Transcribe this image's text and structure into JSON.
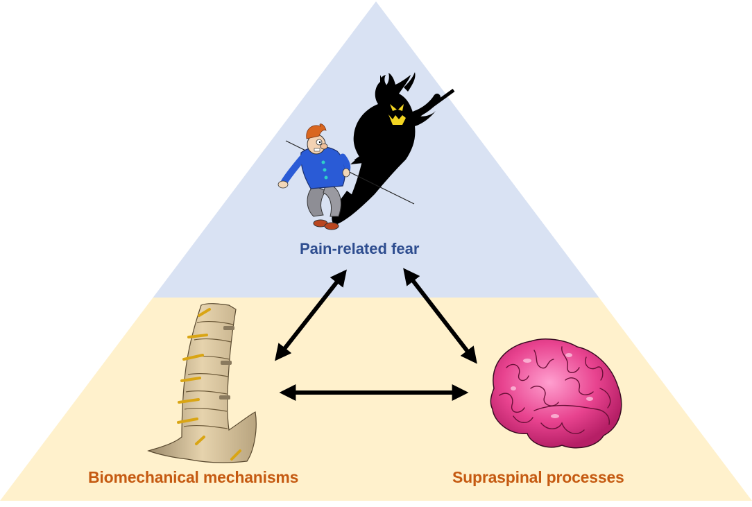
{
  "diagram": {
    "title": "",
    "type": "triangle-model",
    "colors": {
      "top_region": "#d9e2f3",
      "bottom_region": "#fff1cc",
      "top_label": "#2e4d8f",
      "bottom_labels": "#c55a11",
      "arrows": "#000000",
      "background": "#ffffff"
    },
    "nodes": [
      {
        "id": "fear",
        "label": "Pain-related fear",
        "illustration": "person-chased-by-shadow-devil-icon",
        "position": "apex"
      },
      {
        "id": "biomech",
        "label": "Biomechanical mechanisms",
        "illustration": "spine-icon",
        "position": "bottom-left"
      },
      {
        "id": "supraspinal",
        "label": "Supraspinal processes",
        "illustration": "brain-icon",
        "position": "bottom-right"
      }
    ],
    "edges": [
      {
        "from": "fear",
        "to": "biomech",
        "bidirectional": true
      },
      {
        "from": "fear",
        "to": "supraspinal",
        "bidirectional": true
      },
      {
        "from": "biomech",
        "to": "supraspinal",
        "bidirectional": true
      }
    ]
  }
}
